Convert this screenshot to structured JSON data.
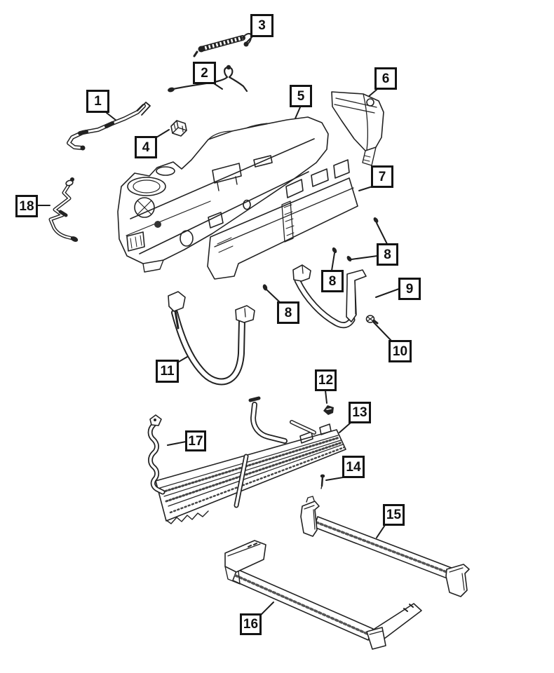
{
  "figure": {
    "description": "exploded parts line diagram of a fuel tank assembly with numbered callouts",
    "colors": {
      "background": "#ffffff",
      "line": "#222222",
      "callout_border": "#141414",
      "callout_text": "#101010"
    }
  },
  "callouts": [
    {
      "label": "1"
    },
    {
      "label": "2"
    },
    {
      "label": "3"
    },
    {
      "label": "4"
    },
    {
      "label": "5"
    },
    {
      "label": "6"
    },
    {
      "label": "7"
    },
    {
      "label": "8"
    },
    {
      "label": "8"
    },
    {
      "label": "8"
    },
    {
      "label": "9"
    },
    {
      "label": "10"
    },
    {
      "label": "11"
    },
    {
      "label": "12"
    },
    {
      "label": "13"
    },
    {
      "label": "14"
    },
    {
      "label": "15"
    },
    {
      "label": "16"
    },
    {
      "label": "17"
    },
    {
      "label": "18"
    }
  ]
}
